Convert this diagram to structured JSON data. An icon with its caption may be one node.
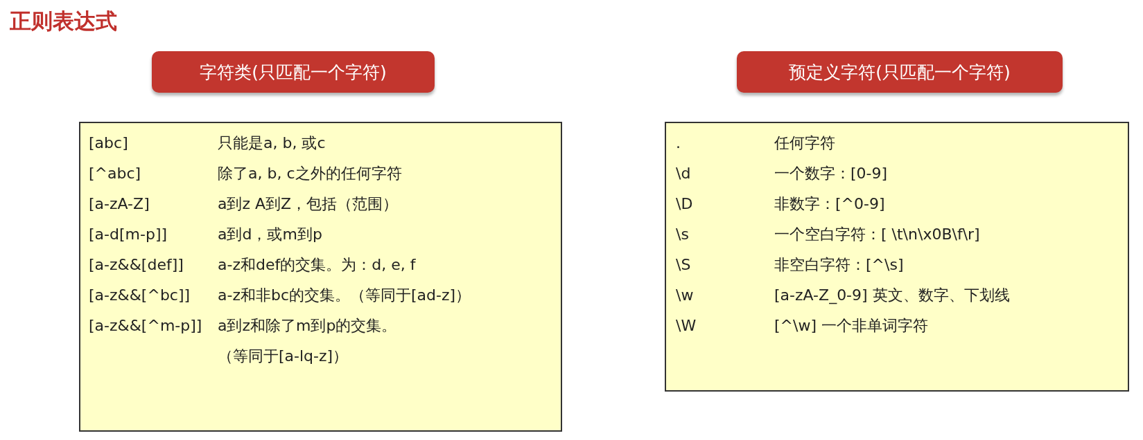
{
  "diagram": {
    "nodes": [
      {
        "text": [
          "字符类(只匹配一个字符)"
        ]
      },
      {
        "text": [
          "预定义字符(只匹配一个字符)"
        ]
      },
      {
        "text": [
          "[abc]",
          "只能是a, b, 或c",
          "[^abc]",
          "除了a, b, c之外的任何字符",
          "[a-zA-Z]",
          "a到z A到Z，包括（范围）",
          "[a-d[m-p]]",
          "a到d，或m到p",
          "[a-z&&[def]]",
          "a-z和def的交集。为：d, e, f",
          "[a-z&&[^bc]]",
          "a-z和非bc的交集。（等同于[ad-z]）",
          "[a-z&&[^m-p]]",
          "a到z和除了m到p的交集。（等同于[a-lq-z]）"
        ]
      },
      {
        "text": [
          ".",
          "任何字符",
          "\\d",
          "一个数字：[0-9]",
          "\\D",
          "非数字：[^0-9]",
          "\\s",
          "一个空白字符：[ \\t\\n\\x0B\\f\\r]",
          "\\S",
          "非空白字符：[^\\s]",
          "\\w",
          "[a-zA-Z_0-9] 英文、数字、下划线",
          "\\W",
          "[^\\w] 一个非单词字符"
        ]
      }
    ],
    "labels": [
      "正则表达式"
    ]
  }
}
